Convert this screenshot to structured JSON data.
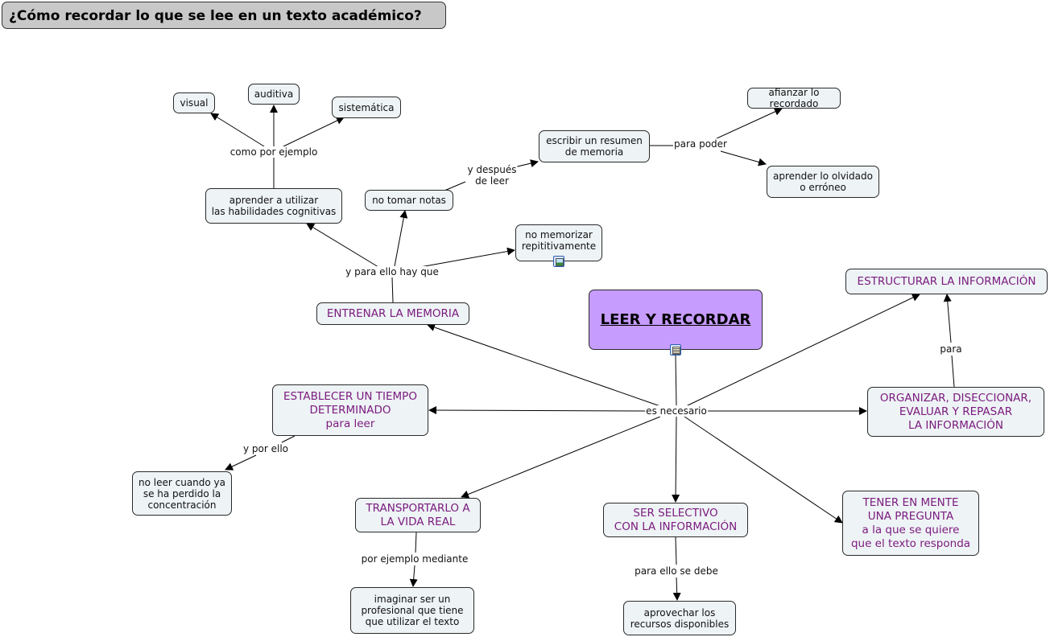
{
  "title": "¿Cómo recordar lo que se lee en un texto académico?",
  "colors": {
    "root_fill": "#c79cff",
    "node_fill": "#eef3f5",
    "caps_text": "#7a1a7e",
    "title_fill": "#c8c8c8"
  },
  "nodes": {
    "root": "LEER Y RECORDAR",
    "estructurar": "ESTRUCTURAR LA INFORMACIÓN",
    "organizar": "ORGANIZAR, DISECCIONAR,\nEVALUAR Y REPASAR\nLA INFORMACIÓN",
    "entrenar": "ENTRENAR LA MEMORIA",
    "establecer": "ESTABLECER UN TIEMPO\nDETERMINADO\npara leer",
    "no_leer": "no leer cuando ya\nse ha perdido la\nconcentración",
    "transportar": "TRANSPORTARLO A\nLA VIDA REAL",
    "imaginar": "imaginar ser un\nprofesional que tiene\nque utilizar el texto",
    "selectivo": "SER SELECTIVO\nCON LA INFORMACIÓN",
    "aprovechar": "aprovechar los\nrecursos disponibles",
    "tener": "TENER EN MENTE\nUNA PREGUNTA\na la que se quiere\nque el texto responda",
    "aprender_util": "aprender a utilizar\nlas habilidades cognitivas",
    "visual": "visual",
    "auditiva": "auditiva",
    "sistematica": "sistemática",
    "no_tomar": "no tomar notas",
    "escribir": "escribir un resumen\nde memoria",
    "afianzar": "afianzar lo recordado",
    "aprender_olv": "aprender lo olvidado\no erróneo",
    "no_memorizar": "no memorizar\nrepititivamente"
  },
  "links": {
    "es_necesario": "es necesario",
    "para": "para",
    "y_para_ello": "y para ello hay que",
    "como_por_ejemplo": "como por ejemplo",
    "y_despues": "y después\nde leer",
    "para_poder": "para poder",
    "y_por_ello": "y por ello",
    "por_ejemplo": "por ejemplo mediante",
    "para_ello_debe": "para ello se debe"
  },
  "icons": {
    "root_resource": "document-icon",
    "no_memorizar_resource": "image-icon"
  }
}
